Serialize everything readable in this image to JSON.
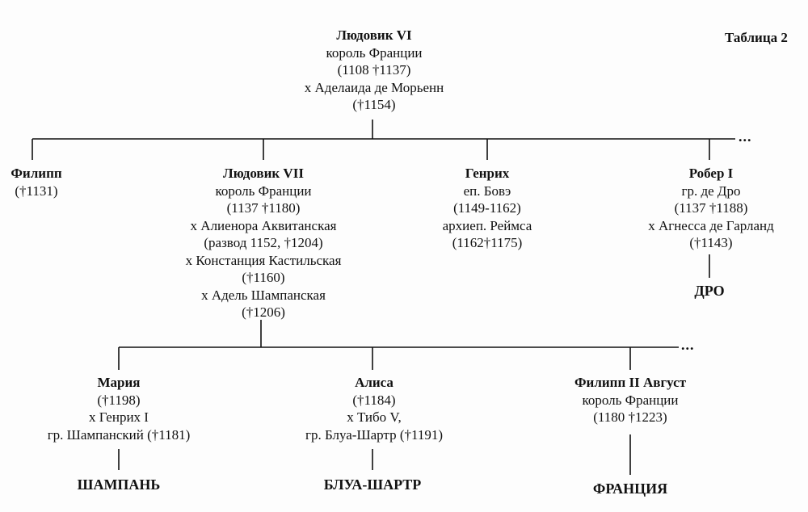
{
  "table_label": "Таблица 2",
  "root": {
    "name": "Людовик VI",
    "lines": [
      "король Франции",
      "(1108 †1137)",
      "x Аделаида де Морьенн",
      "(†1154)"
    ]
  },
  "gen2": [
    {
      "name": "Филипп",
      "lines": [
        "(†1131)"
      ]
    },
    {
      "name": "Людовик VII",
      "lines": [
        "король Франции",
        "(1137 †1180)",
        "x Алиенора Аквитанская",
        "(развод 1152, †1204)",
        "x Констанция Кастильская",
        "(†1160)",
        "x Адель Шампанская",
        "(†1206)"
      ]
    },
    {
      "name": "Генрих",
      "lines": [
        "еп. Бовэ",
        "(1149-1162)",
        "архиеп. Реймса",
        "(1162†1175)"
      ]
    },
    {
      "name": "Робер I",
      "lines": [
        "гр. де Дро",
        "(1137 †1188)",
        "x Агнесса де Гарланд",
        "(†1143)"
      ],
      "house": "ДРО"
    }
  ],
  "gen3": [
    {
      "name": "Мария",
      "lines": [
        "(†1198)",
        "x Генрих I",
        "гр. Шампанский (†1181)"
      ],
      "house": "ШАМПАНЬ"
    },
    {
      "name": "Алиса",
      "lines": [
        "(†1184)",
        "x Тибо V,",
        "гр. Блуа-Шартр (†1191)"
      ],
      "house": "БЛУА-ШАРТР"
    },
    {
      "name": "Филипп II Август",
      "lines": [
        "король Франции",
        "(1180 †1223)"
      ],
      "house": "ФРАНЦИЯ"
    }
  ],
  "ellipsis": "..."
}
